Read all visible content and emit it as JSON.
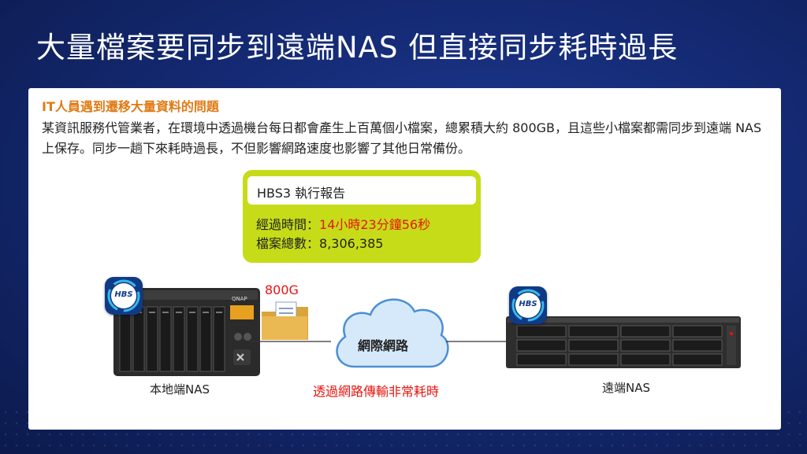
{
  "slide": {
    "title": "大量檔案要同步到遠端NAS  但直接同步耗時過長"
  },
  "card": {
    "subheading": "IT人員遇到遷移大量資料的問題",
    "description": "某資訊服務代管業者，在環境中透過機台每日都會產生上百萬個小檔案，總累積大約 800GB，且這些小檔案都需同步到遠端 NAS 上保存。同步一趟下來耗時過長，不但影響網路速度也影響了其他日常備份。"
  },
  "report": {
    "title": "HBS3 執行報告",
    "time_label": "經過時間：",
    "time_value": "14小時23分鐘56秒",
    "count_label": "檔案總數：",
    "count_value": "8,306,385"
  },
  "diagram": {
    "data_size": "800G",
    "cloud_label": "網際網路",
    "local_label": "本地端NAS",
    "remote_label": "遠端NAS",
    "note": "透過網路傳輸非常耗時",
    "hbs_badge": "HBS",
    "nas_brand": "QNAP",
    "colors": {
      "accent_orange": "#e07a14",
      "warning_red": "#e8140e",
      "report_bg": "#c6dc18",
      "cloud_blue": "#d6e9fb"
    }
  }
}
